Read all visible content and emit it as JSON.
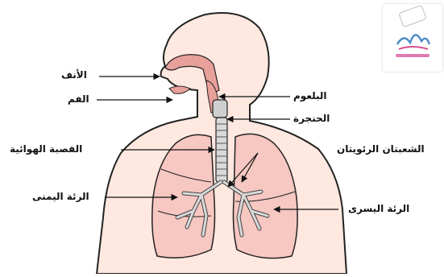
{
  "labels": {
    "nose": "الأنف",
    "mouth": "الفم",
    "pharynx": "البلعوم",
    "larynx": "الحنجرة",
    "trachea": "القصبة الهوائية",
    "bronchi": "الشعبتان الرئويتان",
    "right_lung": "الرئة اليمنى",
    "left_lung": "الرئة اليسرى"
  },
  "colors": {
    "skin": "#ffe8e0",
    "outline": "#222222",
    "lung": "#f7c7c2",
    "airway": "#d9d9d9",
    "nasal": "#e8a09a"
  },
  "logo": {
    "icon": "site-logo-icon"
  }
}
